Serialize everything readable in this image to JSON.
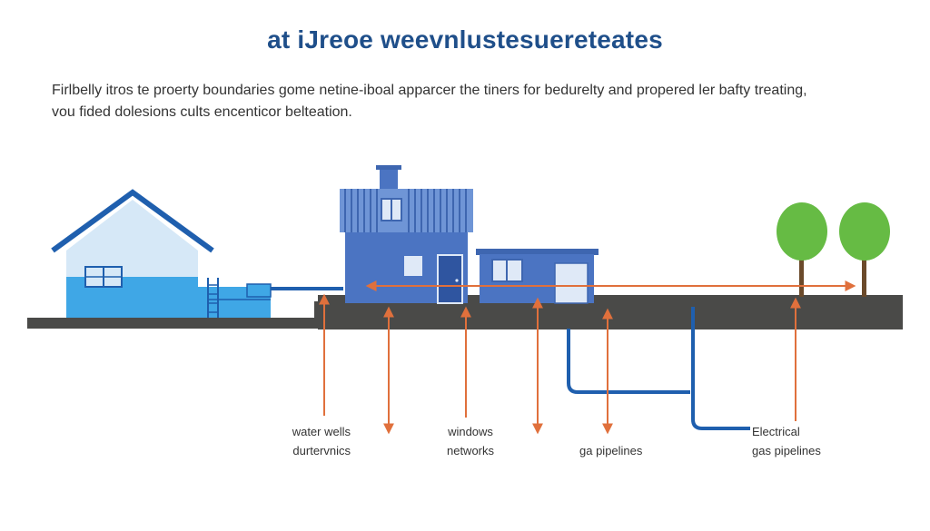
{
  "title": "at iJreoe weevnlustesueretеates",
  "description": {
    "line1": "Firlbelly itros te proerty boundaries gome netine-iboal apparcer the tiners for bedurelty and propered ler bafty treating,",
    "line2": "vou fided dolesions cults encenticor belteation."
  },
  "labels": [
    {
      "line1": "water wells",
      "line2": "durtervnics"
    },
    {
      "line1": "windows",
      "line2": "networks"
    },
    {
      "line1": "",
      "line2": "ga pipelines"
    },
    {
      "line1": "Electrical",
      "line2": "gas pipelines"
    }
  ],
  "colors": {
    "title": "#1f4f8a",
    "house_roof": "#1f5fae",
    "house_wall": "#d6e8f7",
    "water": "#3fa7e6",
    "building": "#4b74c2",
    "ground": "#4a4a48",
    "arrow": "#e0703c",
    "pipe": "#1f5fae",
    "tree": "#66bb44",
    "trunk": "#6b4a2b"
  }
}
